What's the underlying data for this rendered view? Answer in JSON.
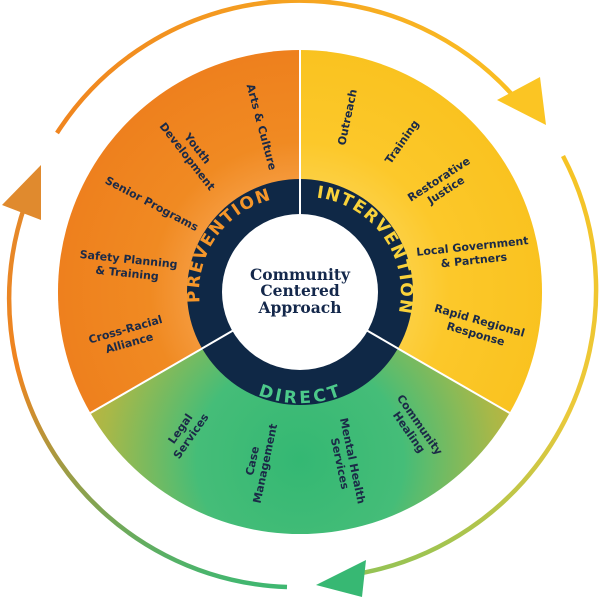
{
  "diagram": {
    "title": "Community Centered Approach",
    "center": {
      "lines": [
        "Community",
        "Centered",
        "Approach"
      ]
    },
    "colors": {
      "prevention": "#f0841f",
      "intervention": "#fbc523",
      "direct": "#37b873",
      "ring": "#0f2846",
      "item_text": "#1b2a47",
      "prevention_label": "#f5962a",
      "intervention_label": "#f9d23a",
      "direct_label": "#4cc98a"
    },
    "sections": [
      {
        "id": "prevention",
        "label": "PREVENTION",
        "items": [
          [
            "Arts & Culture"
          ],
          [
            "Youth",
            "Development"
          ],
          [
            "Senior Programs"
          ],
          [
            "Safety Planning",
            "& Training"
          ],
          [
            "Cross-Racial",
            "Alliance"
          ]
        ]
      },
      {
        "id": "intervention",
        "label": "INTERVENTION",
        "items": [
          [
            "Outreach"
          ],
          [
            "Training"
          ],
          [
            "Restorative",
            "Justice"
          ],
          [
            "Local Government",
            "& Partners"
          ],
          [
            "Rapid Regional",
            "Response"
          ]
        ]
      },
      {
        "id": "direct",
        "label": "DIRECT",
        "items": [
          [
            "Legal",
            "Services"
          ],
          [
            "Case",
            "Management"
          ],
          [
            "Mental Health",
            "Services"
          ],
          [
            "Community",
            "Healing"
          ]
        ]
      }
    ],
    "cycle_arrows": [
      {
        "from": "prevention",
        "to": "intervention",
        "color": "#f6a623"
      },
      {
        "from": "intervention",
        "to": "direct",
        "color": "#e9c93a"
      },
      {
        "from": "direct",
        "to": "prevention",
        "color": "#e38a2c"
      }
    ]
  }
}
